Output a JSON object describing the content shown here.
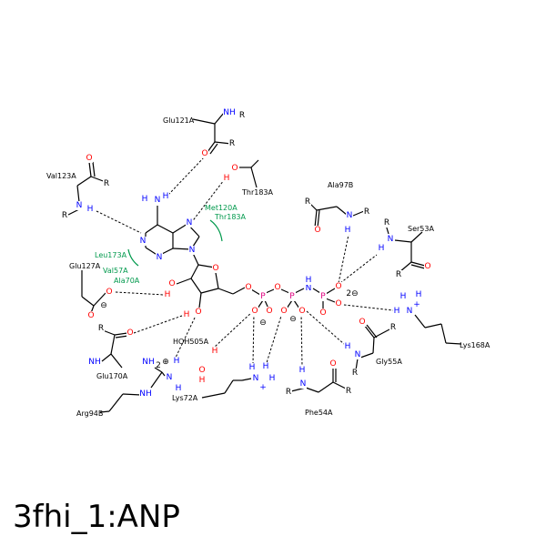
{
  "title": "3fhi_1:ANP",
  "colors": {
    "carbon": "#000000",
    "nitrogen": "#0000ff",
    "oxygen": "#ff0000",
    "phosphorus": "#e0007f",
    "hydrophobic": "#00994c",
    "hbond": "#000000"
  },
  "atom_symbols": {
    "O": "O",
    "N": "N",
    "H": "H",
    "P": "P",
    "R": "R",
    "NH": "NH",
    "NH2": "NH",
    "minus": "⊖",
    "plus": "⊕",
    "plus_sup": "+",
    "two_minus": "2⊖",
    "sub2": "2"
  },
  "residues": {
    "glu121a": "Glu121A",
    "thr183a": "Thr183A",
    "val123a": "Val123A",
    "glu127a": "Glu127A",
    "hoh505a": "HOH505A",
    "glu170a": "Glu170A",
    "arg94b": "Arg94B",
    "lys72a": "Lys72A",
    "phe54a": "Phe54A",
    "gly55a": "Gly55A",
    "lys168a": "Lys168A",
    "ser53a": "Ser53A",
    "ala97b": "Ala97B"
  },
  "hydrophobic_contacts": {
    "met120a": "Met120A",
    "thr183a_h": "Thr183A",
    "leu173a": "Leu173A",
    "val57a": "Val57A",
    "ala70a": "Ala70A"
  }
}
